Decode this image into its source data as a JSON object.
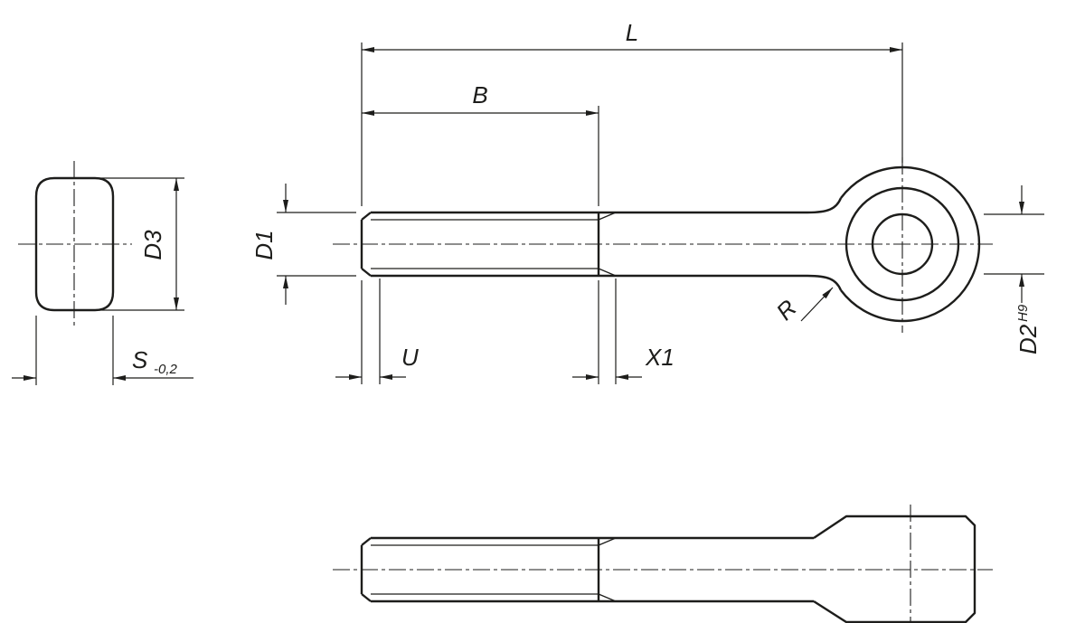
{
  "palette": {
    "ink": "#1d1d1b",
    "background": "#ffffff"
  },
  "drawing": {
    "labels": {
      "L": "L",
      "B": "B",
      "D1": "D1",
      "D3": "D3",
      "S": "S",
      "S_tolerance": "-0,2",
      "U": "U",
      "X1": "X1",
      "R": "R",
      "D2": "D2",
      "D2_fit": "H9"
    }
  }
}
